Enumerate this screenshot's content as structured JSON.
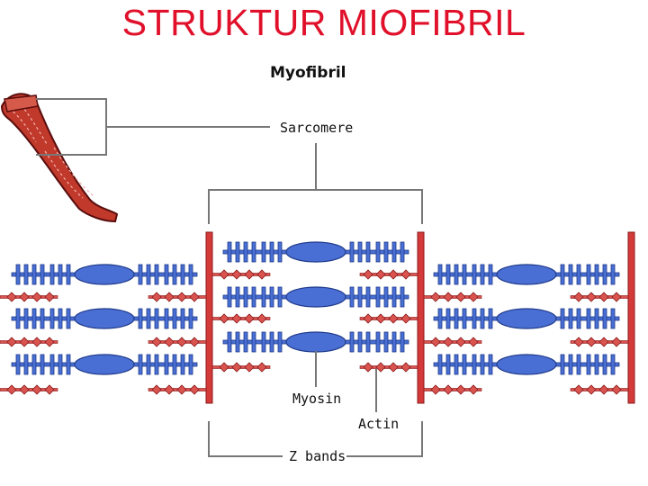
{
  "title": "STRUKTUR MIOFIBRIL",
  "labels": {
    "myofibril": "Myofibril",
    "sarcomere": "Sarcomere",
    "myosin": "Myosin",
    "actin": "Actin",
    "z_bands": "Z bands"
  },
  "colors": {
    "title": "#e0102a",
    "actin_fill": "#d9534f",
    "actin_stroke": "#8b1a1a",
    "myosin_fill": "#4a6fd4",
    "myosin_stroke": "#1f3a8a",
    "z_band": "#d43a3a",
    "fiber": "#c0392b"
  }
}
